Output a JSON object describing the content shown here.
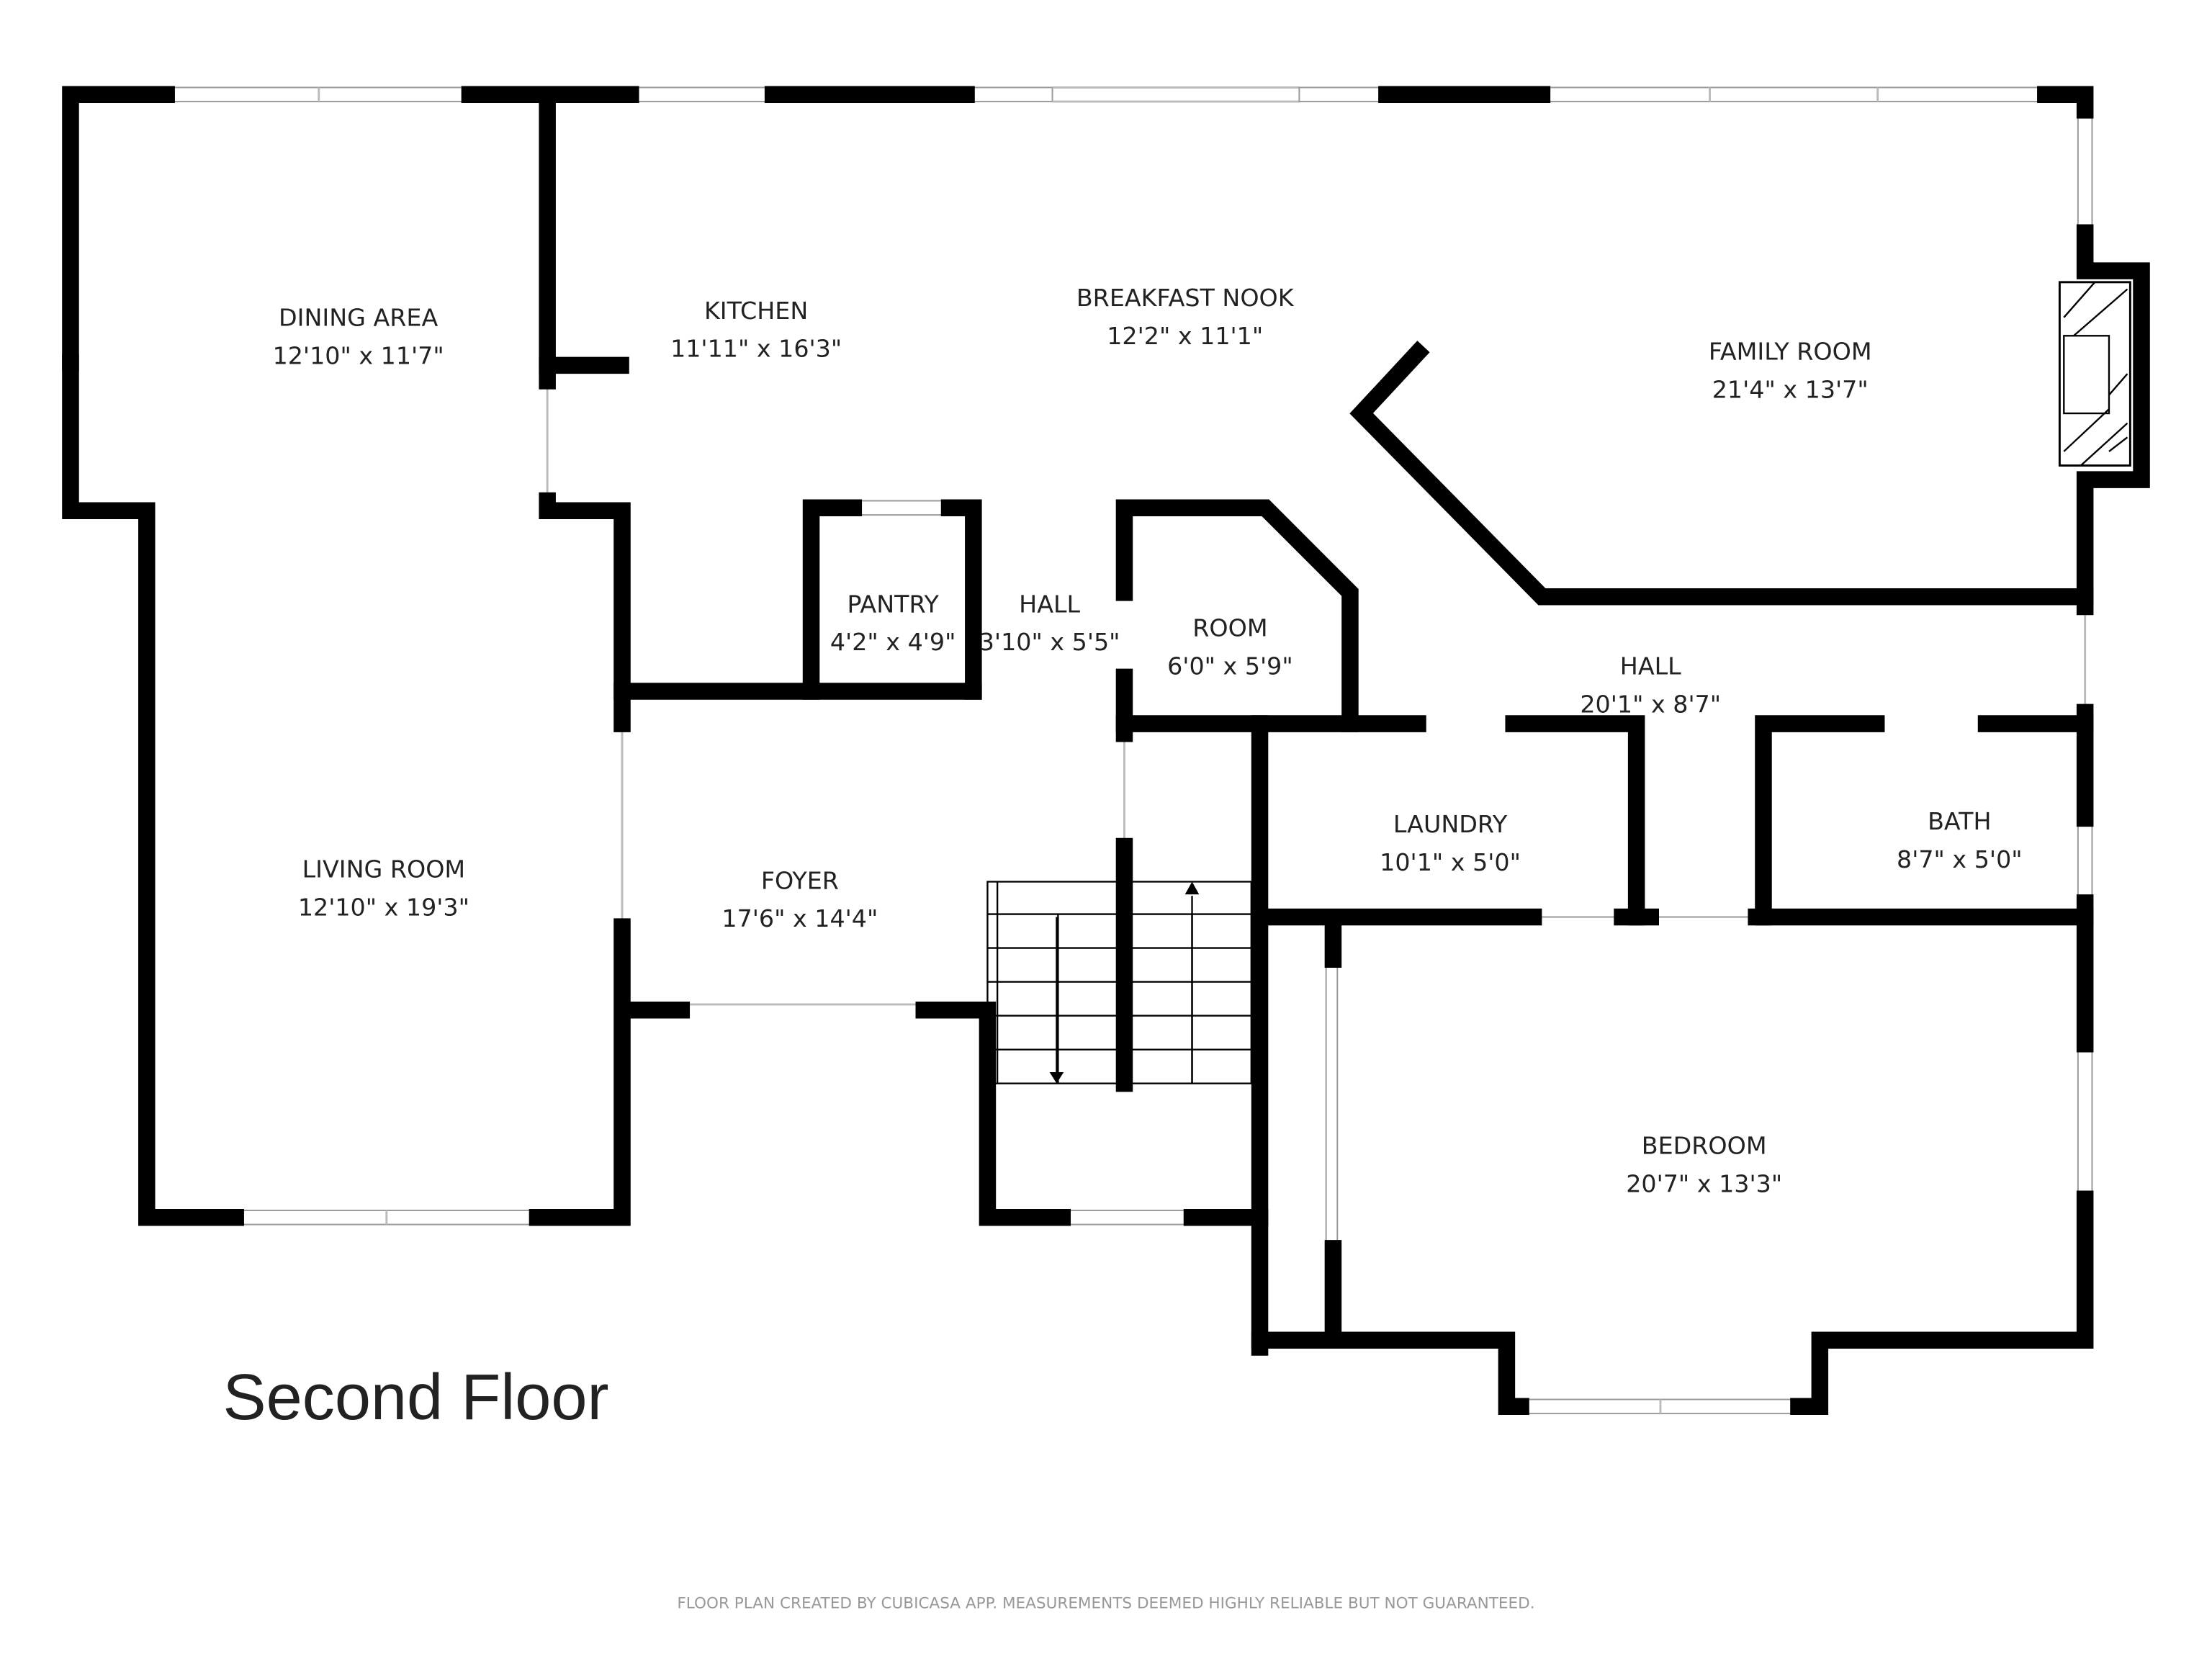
{
  "floor_title": "Second Floor",
  "footer": "FLOOR PLAN CREATED BY CUBICASA APP. MEASUREMENTS DEEMED HIGHLY RELIABLE BUT NOT GUARANTEED.",
  "rooms": [
    {
      "name": "DINING AREA",
      "size": "12'10\" x 11'7\""
    },
    {
      "name": "KITCHEN",
      "size": "11'11\" x 16'3\""
    },
    {
      "name": "BREAKFAST NOOK",
      "size": "12'2\" x 11'1\""
    },
    {
      "name": "FAMILY ROOM",
      "size": "21'4\" x 13'7\""
    },
    {
      "name": "PANTRY",
      "size": "4'2\" x 4'9\""
    },
    {
      "name": "HALL",
      "size": "3'10\" x 5'5\""
    },
    {
      "name": "ROOM",
      "size": "6'0\" x 5'9\""
    },
    {
      "name": "HALL",
      "size": "20'1\" x 8'7\""
    },
    {
      "name": "LIVING ROOM",
      "size": "12'10\" x 19'3\""
    },
    {
      "name": "FOYER",
      "size": "17'6\" x 14'4\""
    },
    {
      "name": "LAUNDRY",
      "size": "10'1\" x 5'0\""
    },
    {
      "name": "BATH",
      "size": "8'7\" x 5'0\""
    },
    {
      "name": "BEDROOM",
      "size": "20'7\" x 13'3\""
    }
  ]
}
